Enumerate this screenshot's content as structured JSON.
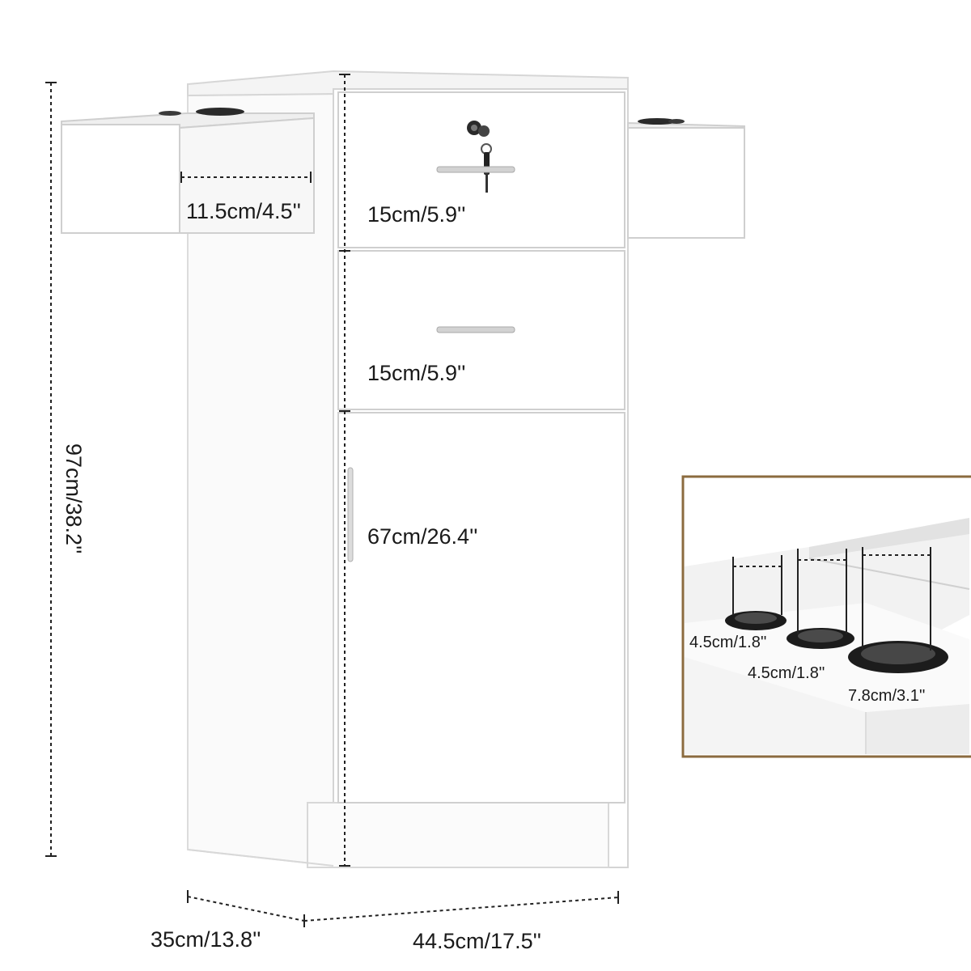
{
  "product": {
    "colors": {
      "cabinet": "#ffffff",
      "edge": "#d4d4d4",
      "shadow": "#e9e9e9",
      "dimension_line": "#222222",
      "inset_frame": "#8b6b3f",
      "holder": "#1c1c1c"
    }
  },
  "dimensions": {
    "side_tray_width": "11.5cm/4.5''",
    "drawer_top_height": "15cm/5.9''",
    "drawer_middle_height": "15cm/5.9''",
    "door_height": "67cm/26.4''",
    "total_height": "97cm/38.2''",
    "depth": "35cm/13.8''",
    "width": "44.5cm/17.5''"
  },
  "inset": {
    "holder_small_1": "4.5cm/1.8''",
    "holder_small_2": "4.5cm/1.8''",
    "holder_large": "7.8cm/3.1''"
  }
}
